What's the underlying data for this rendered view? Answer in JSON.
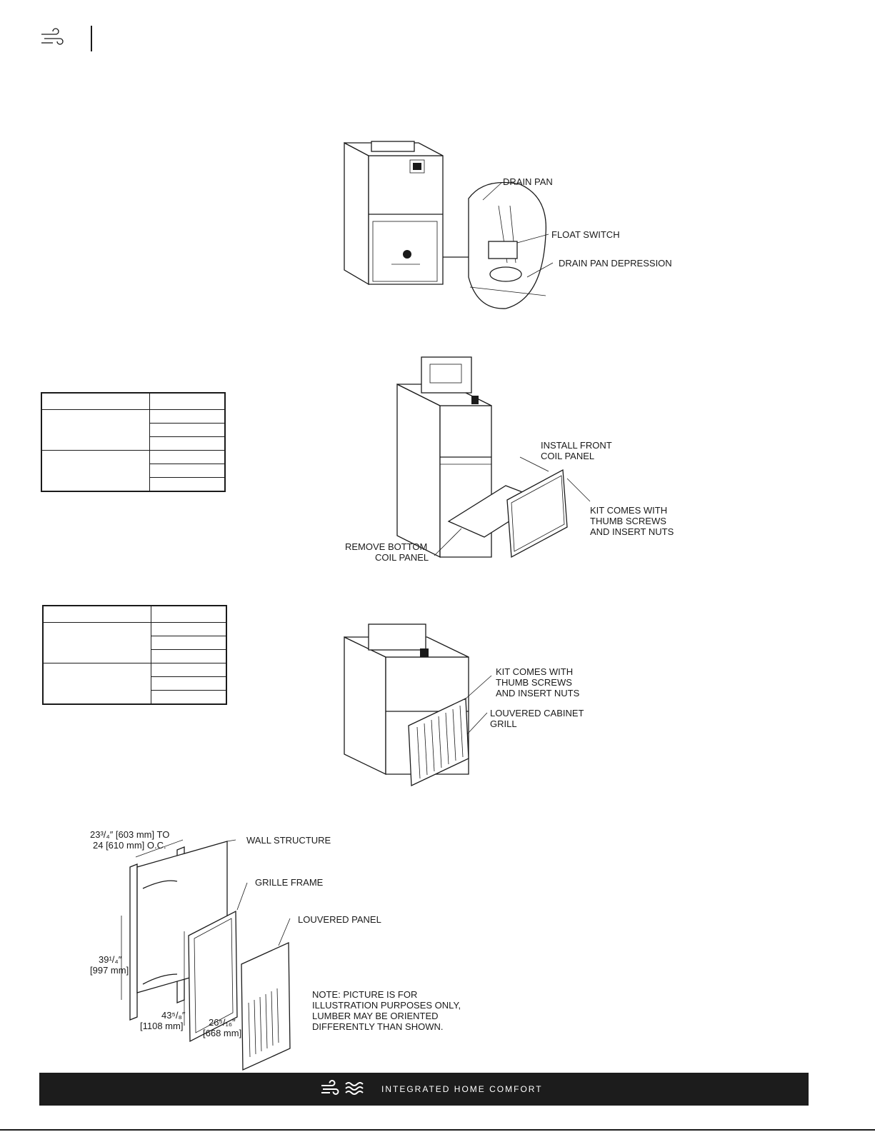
{
  "header": {
    "logo_icon": "wind-icon"
  },
  "figure_float_switch": {
    "labels": {
      "drain_pan": "DRAIN PAN",
      "float_switch": "FLOAT SWITCH",
      "drain_pan_depression": "DRAIN PAN DEPRESSION"
    }
  },
  "figure_front_coil_panel": {
    "labels": {
      "install_front_1": "INSTALL FRONT",
      "install_front_2": "COIL PANEL",
      "kit_1": "KIT COMES WITH",
      "kit_2": "THUMB SCREWS",
      "kit_3": "AND INSERT NUTS",
      "remove_1": "REMOVE BOTTOM",
      "remove_2": "COIL PANEL"
    }
  },
  "figure_louvered_grill": {
    "labels": {
      "kit_1": "KIT COMES WITH",
      "kit_2": "THUMB SCREWS",
      "kit_3": "AND INSERT NUTS",
      "grill_1": "LOUVERED CABINET",
      "grill_2": "GRILL"
    }
  },
  "figure_wall_install": {
    "labels": {
      "stud_dim_1": "23³/₄″ [603 mm] TO",
      "stud_dim_2": "24 [610 mm] O.C.",
      "wall_structure": "WALL STRUCTURE",
      "grille_frame": "GRILLE FRAME",
      "louvered_panel": "LOUVERED PANEL",
      "height_dim_1": "39¹/₄″",
      "height_dim_2": "[997 mm]",
      "frame_h_1": "43⁵/₈″",
      "frame_h_2": "[1108 mm]",
      "frame_w_1": "26⁵/₁₆″",
      "frame_w_2": "[668 mm]",
      "note_1": "NOTE: PICTURE IS FOR",
      "note_2": "ILLUSTRATION PURPOSES ONLY,",
      "note_3": "LUMBER MAY BE ORIENTED",
      "note_4": "DIFFERENTLY THAN SHOWN."
    }
  },
  "footer": {
    "tagline": "INTEGRATED HOME COMFORT",
    "icons": [
      "wind-icon",
      "water-waves-icon"
    ]
  }
}
